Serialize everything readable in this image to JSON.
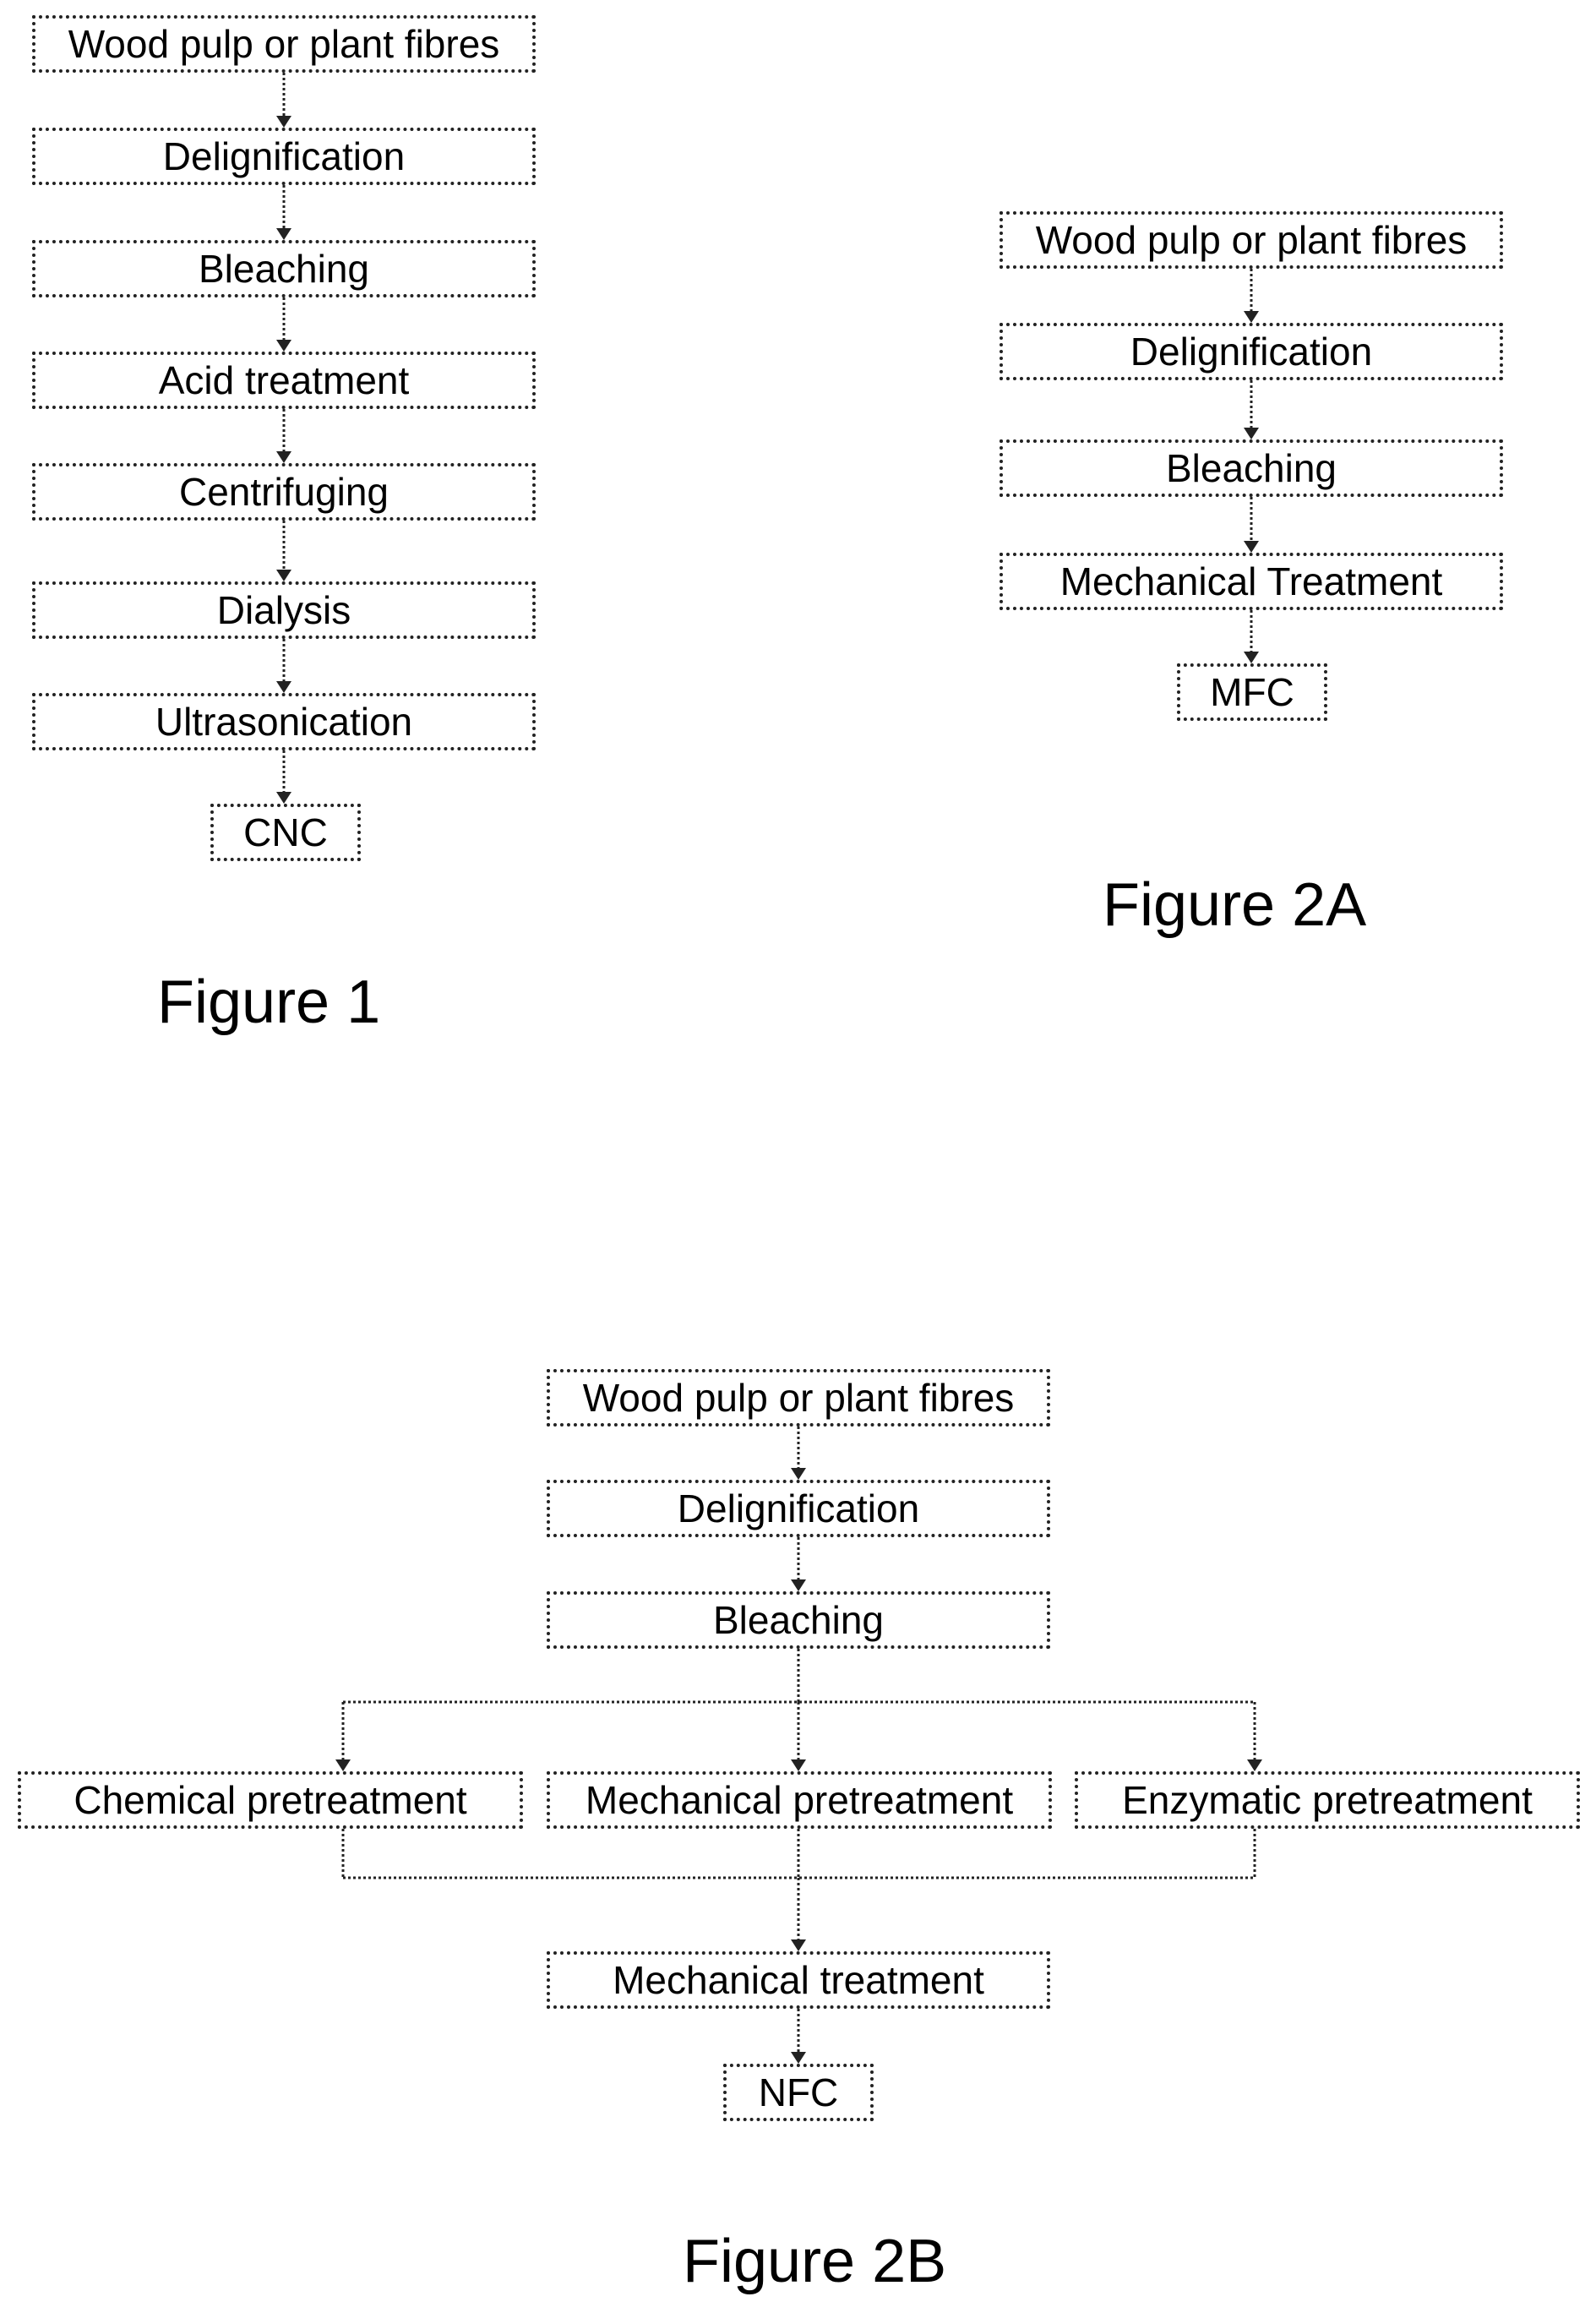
{
  "figure1": {
    "steps": [
      "Wood pulp or plant fibres",
      "Delignification",
      "Bleaching",
      "Acid treatment",
      "Centrifuging",
      "Dialysis",
      "Ultrasonication"
    ],
    "product": "CNC",
    "caption": "Figure 1"
  },
  "figure2a": {
    "steps": [
      "Wood pulp or plant fibres",
      "Delignification",
      "Bleaching",
      "Mechanical Treatment"
    ],
    "product": "MFC",
    "caption": "Figure 2A"
  },
  "figure2b": {
    "steps": [
      "Wood pulp or plant fibres",
      "Delignification",
      "Bleaching"
    ],
    "pretreatments": [
      "Chemical pretreatment",
      "Mechanical pretreatment",
      "Enzymatic pretreatment"
    ],
    "final_step": "Mechanical treatment",
    "product": "NFC",
    "caption": "Figure 2B"
  }
}
